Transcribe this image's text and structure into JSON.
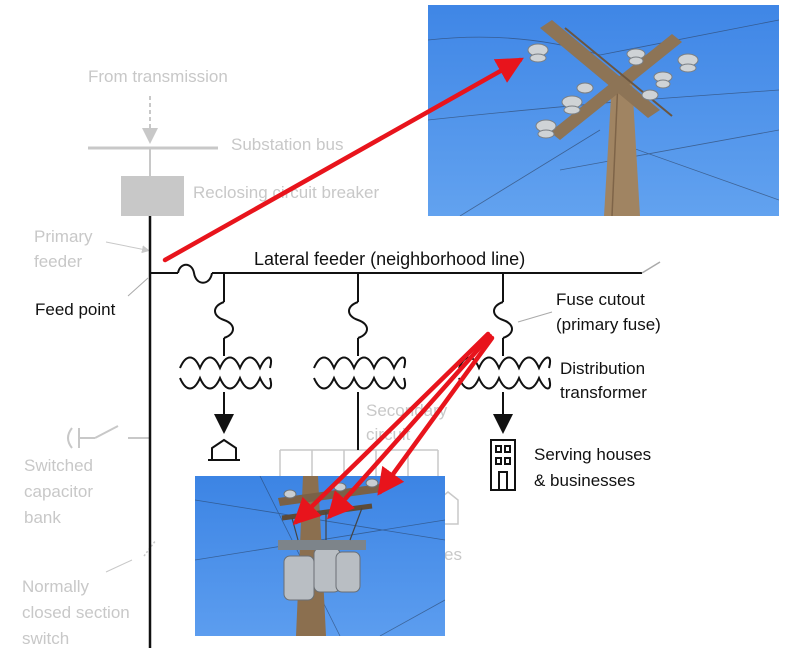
{
  "labels": {
    "from_transmission": "From transmission",
    "substation_bus": "Substation bus",
    "reclosing_breaker": "Reclosing circuit breaker",
    "primary_feeder_1": "Primary",
    "primary_feeder_2": "feeder",
    "feed_point": "Feed point",
    "lateral_feeder": "Lateral feeder (neighborhood line)",
    "fuse_cutout_1": "Fuse cutout",
    "fuse_cutout_2": "(primary fuse)",
    "distribution_transformer_1": "Distribution",
    "distribution_transformer_2": "transformer",
    "secondary_circuit_1": "Secondary",
    "secondary_circuit_2": "circuit",
    "serving_1": "Serving houses",
    "serving_2": "& businesses",
    "capacitor_1": "Switched",
    "capacitor_2": "capacitor",
    "capacitor_3": "bank",
    "section_switch_1": "Normally",
    "section_switch_2": "closed section",
    "section_switch_3": "switch",
    "partial_label": "es"
  },
  "photos": {
    "top": "pole-crossarm-insulators-photo",
    "bottom": "pole-mounted-transformer-photo"
  },
  "colors": {
    "arrow": "#e8141c",
    "sky": "#4a90ea",
    "faded": "#c8c8c8",
    "line": "#111111"
  }
}
